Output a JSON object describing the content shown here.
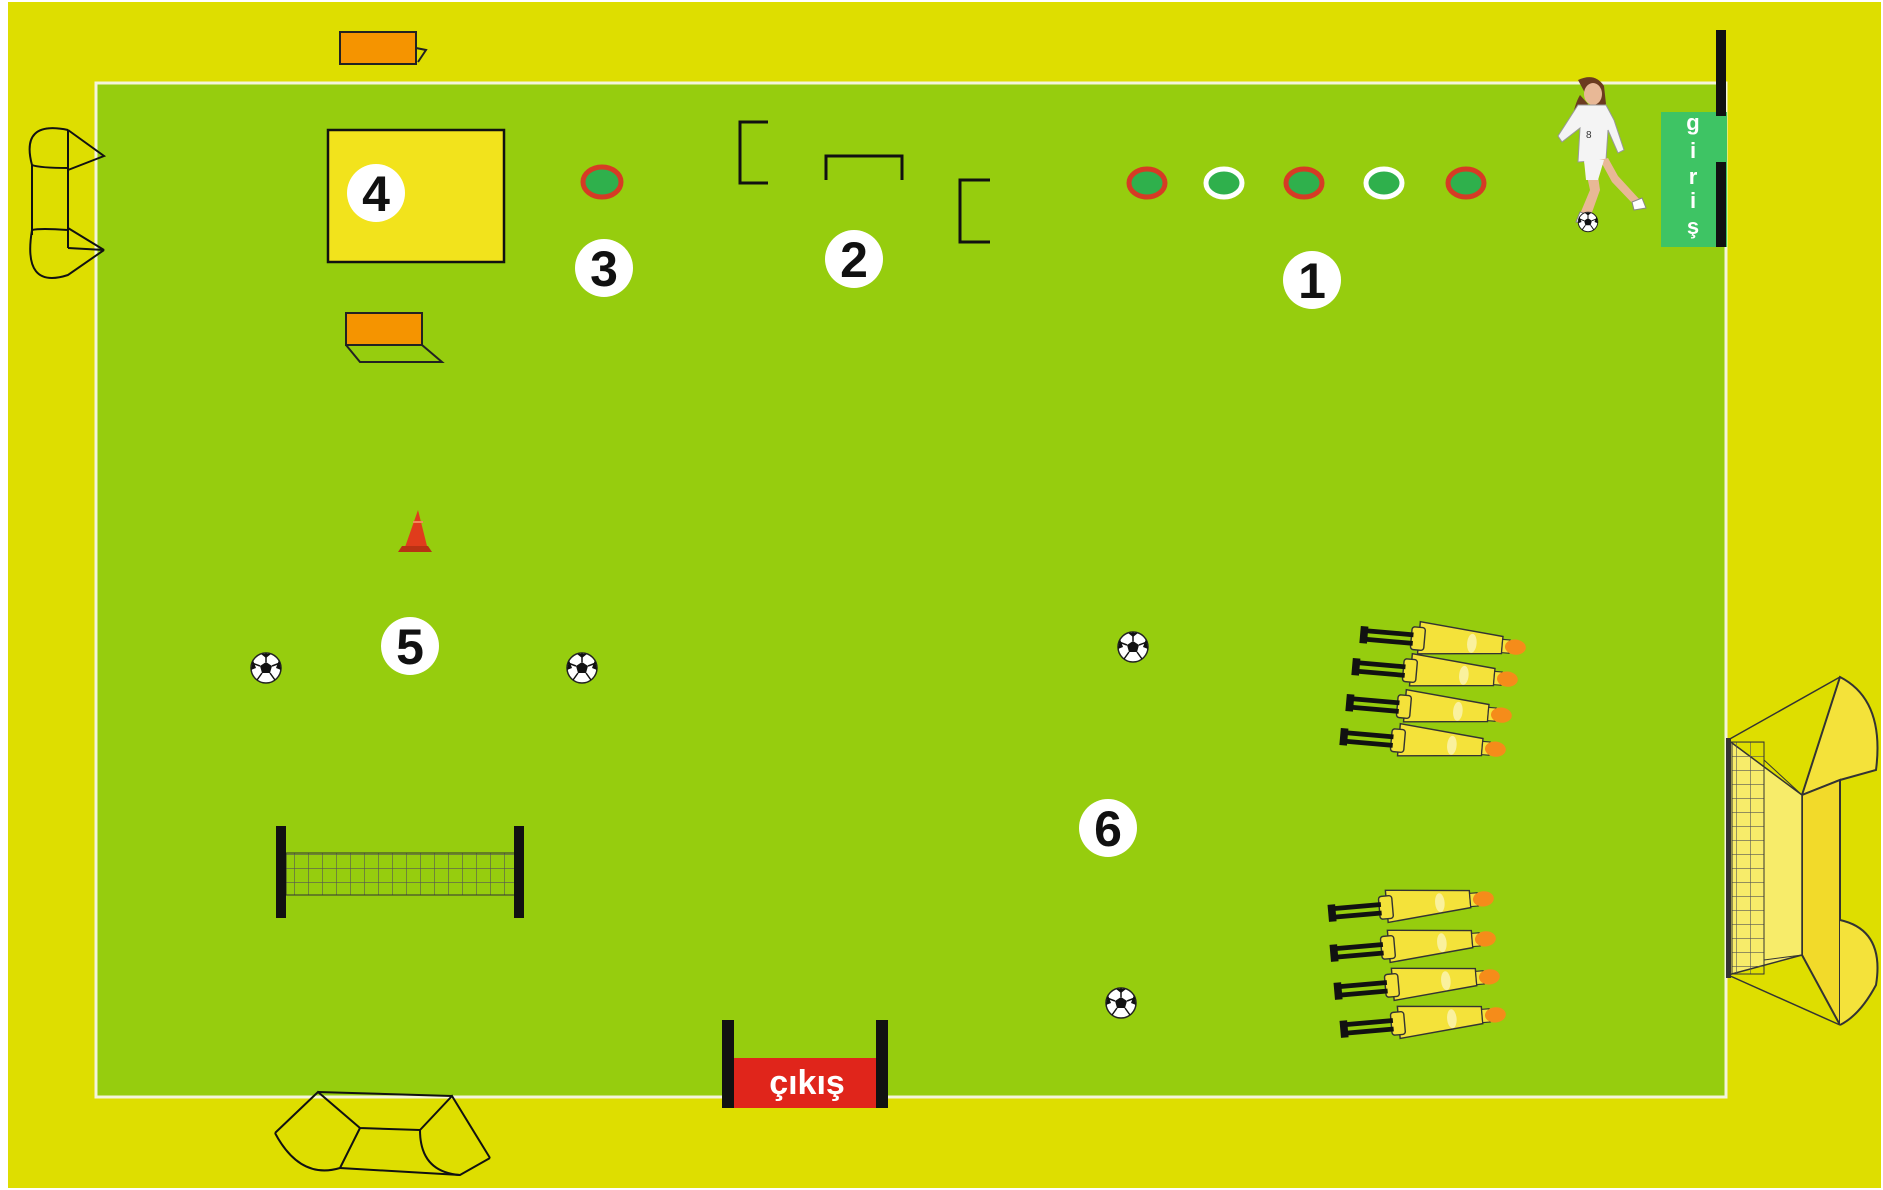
{
  "colors": {
    "outer_ground": "#dede00",
    "pitch": "#96cd0e",
    "pitch_line": "#f4f4dc",
    "entry_sign": "#3ec464",
    "exit_sign": "#e0251b",
    "hurdle_orange": "#f59400",
    "box_yellow": "#f2e31c",
    "mannequin_yellow": "#f4e23a",
    "cone_red": "#e03c1c"
  },
  "stations": [
    {
      "id": "station-1",
      "label": "1"
    },
    {
      "id": "station-2",
      "label": "2"
    },
    {
      "id": "station-3",
      "label": "3"
    },
    {
      "id": "station-4",
      "label": "4"
    },
    {
      "id": "station-5",
      "label": "5"
    },
    {
      "id": "station-6",
      "label": "6"
    }
  ],
  "entry_sign": {
    "letters": [
      "g",
      "i",
      "r",
      "i",
      "ş"
    ]
  },
  "exit_sign": {
    "label": "çıkış"
  },
  "ring_colors": [
    "red",
    "white",
    "red",
    "white",
    "red"
  ],
  "icons": {
    "player": "soccer-player-icon",
    "ball": "soccer-ball-icon",
    "cone": "cone-icon",
    "mannequin": "defender-mannequin-icon",
    "goal": "goal-icon",
    "hurdle": "hurdle-icon",
    "net": "rebound-net-icon",
    "ring": "ring-icon",
    "pole_gate": "pole-gate-icon"
  }
}
